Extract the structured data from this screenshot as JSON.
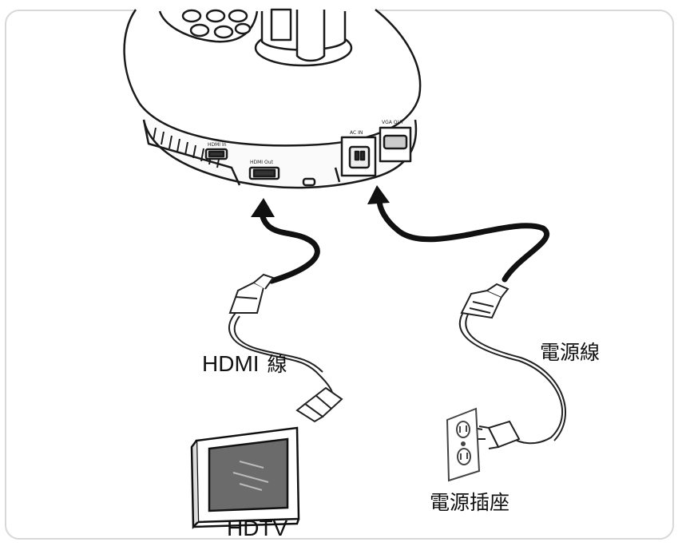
{
  "labels": {
    "hdmi_text": "HDMI",
    "hdmi_suffix": "線",
    "power_cable": "電源線",
    "power_outlet": "電源插座",
    "hdtv": "HDTV"
  },
  "ports": {
    "hdmi_in": "HDMI In",
    "hdmi_out": "HDMI Out",
    "ac_in": "AC IN",
    "vga_out": "VGA OUT"
  }
}
